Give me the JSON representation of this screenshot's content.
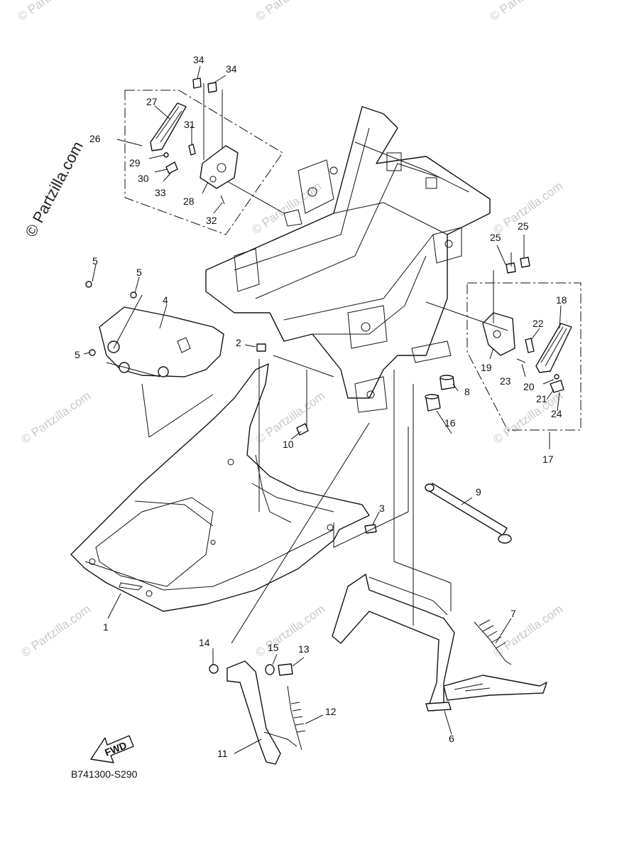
{
  "diagram": {
    "code": "B741300-S290",
    "brand_watermark": "© Partzilla.com",
    "watermark_text": "© Partzilla.com",
    "fwd_label": "FWD",
    "callouts": [
      "1",
      "2",
      "3",
      "4",
      "5",
      "5",
      "5",
      "6",
      "7",
      "8",
      "9",
      "10",
      "11",
      "12",
      "13",
      "14",
      "15",
      "16",
      "17",
      "18",
      "19",
      "20",
      "21",
      "22",
      "23",
      "24",
      "25",
      "25",
      "26",
      "27",
      "28",
      "29",
      "30",
      "31",
      "32",
      "33",
      "34",
      "34"
    ]
  }
}
